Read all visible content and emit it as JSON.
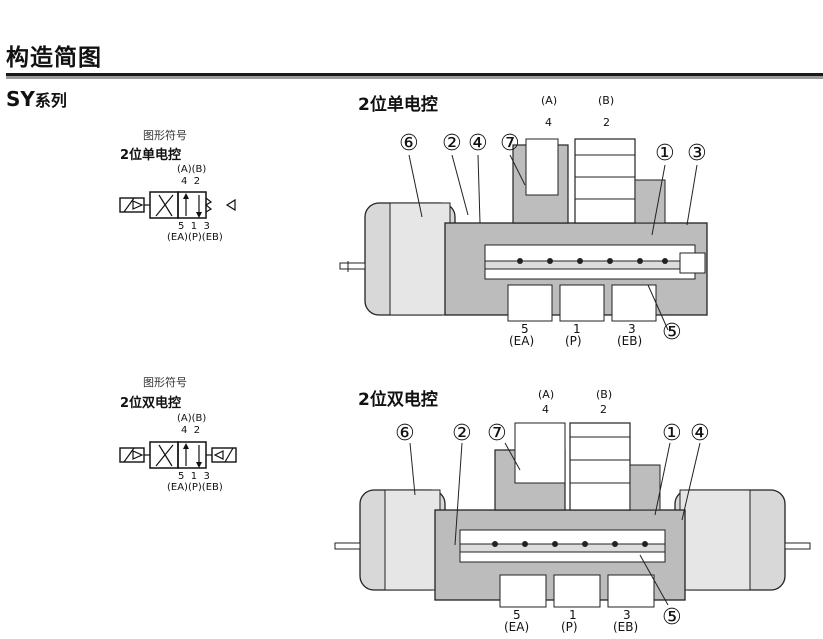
{
  "page_title": "构造简图",
  "series": {
    "name": "SY",
    "suffix": "系列"
  },
  "symbols": [
    {
      "caption": "图形符号",
      "title": "2位单电控",
      "top_ports": "(A)(B)",
      "top_nums": "4  2",
      "bottom_nums": "5  1  3",
      "bottom_ports": "(EA)(P)(EB)"
    },
    {
      "caption": "图形符号",
      "title": "2位双电控",
      "top_ports": "(A)(B)",
      "top_nums": "4  2",
      "bottom_nums": "5  1  3",
      "bottom_ports": "(EA)(P)(EB)"
    }
  ],
  "sections": [
    {
      "title": "2位单电控",
      "port_A": "(A)",
      "port_A_num": "4",
      "port_B": "(B)",
      "port_B_num": "2",
      "callouts": [
        "⑥",
        "②",
        "④",
        "⑦",
        "①",
        "③",
        "⑤"
      ],
      "bottom_ports": [
        {
          "num": "5",
          "name": "(EA)"
        },
        {
          "num": "1",
          "name": "(P)"
        },
        {
          "num": "3",
          "name": "(EB)"
        }
      ]
    },
    {
      "title": "2位双电控",
      "port_A": "(A)",
      "port_A_num": "4",
      "port_B": "(B)",
      "port_B_num": "2",
      "callouts": [
        "⑥",
        "②",
        "⑦",
        "①",
        "④",
        "⑤"
      ],
      "bottom_ports": [
        {
          "num": "5",
          "name": "(EA)"
        },
        {
          "num": "1",
          "name": "(P)"
        },
        {
          "num": "3",
          "name": "(EB)"
        }
      ]
    }
  ]
}
